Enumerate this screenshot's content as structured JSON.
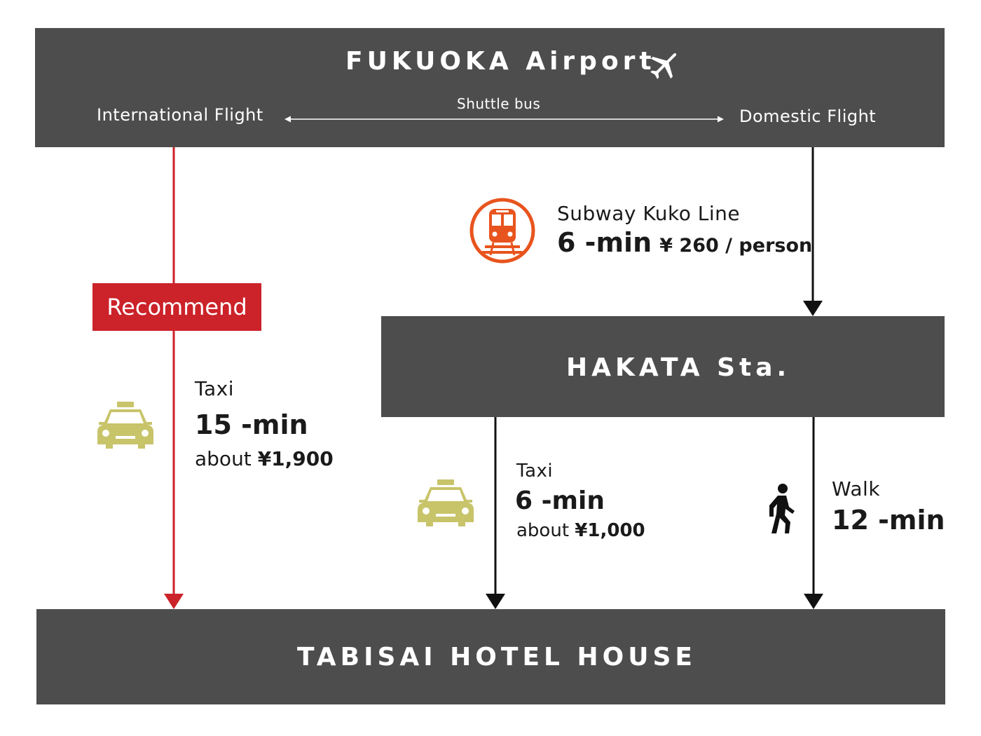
{
  "airport": {
    "title": "FUKUOKA Airport",
    "icon": "airplane-icon",
    "international_label": "International Flight",
    "domestic_label": "Domestic Flight",
    "shuttle_label": "Shuttle bus"
  },
  "recommend_label": "Recommend",
  "route_airport_taxi": {
    "mode": "Taxi",
    "duration": "15 -min",
    "price_prefix": "about",
    "price": "¥1,900",
    "icon": "taxi-icon"
  },
  "route_subway": {
    "mode": "Subway Kuko Line",
    "duration": "6 -min",
    "price": "¥ 260 / person",
    "icon": "train-icon"
  },
  "hakata": {
    "title": "HAKATA Sta."
  },
  "route_hakata_taxi": {
    "mode": "Taxi",
    "duration": "6 -min",
    "price_prefix": "about",
    "price": "¥1,000",
    "icon": "taxi-icon"
  },
  "route_walk": {
    "mode": "Walk",
    "duration": "12 -min",
    "icon": "walking-person-icon"
  },
  "hotel": {
    "title": "TABISAI HOTEL HOUSE"
  },
  "colors": {
    "box": "#4d4d4d",
    "recommend": "#cc2229",
    "train_icon": "#e8541e",
    "taxi_icon": "#c8c46a",
    "arrow_dark": "#111111"
  }
}
